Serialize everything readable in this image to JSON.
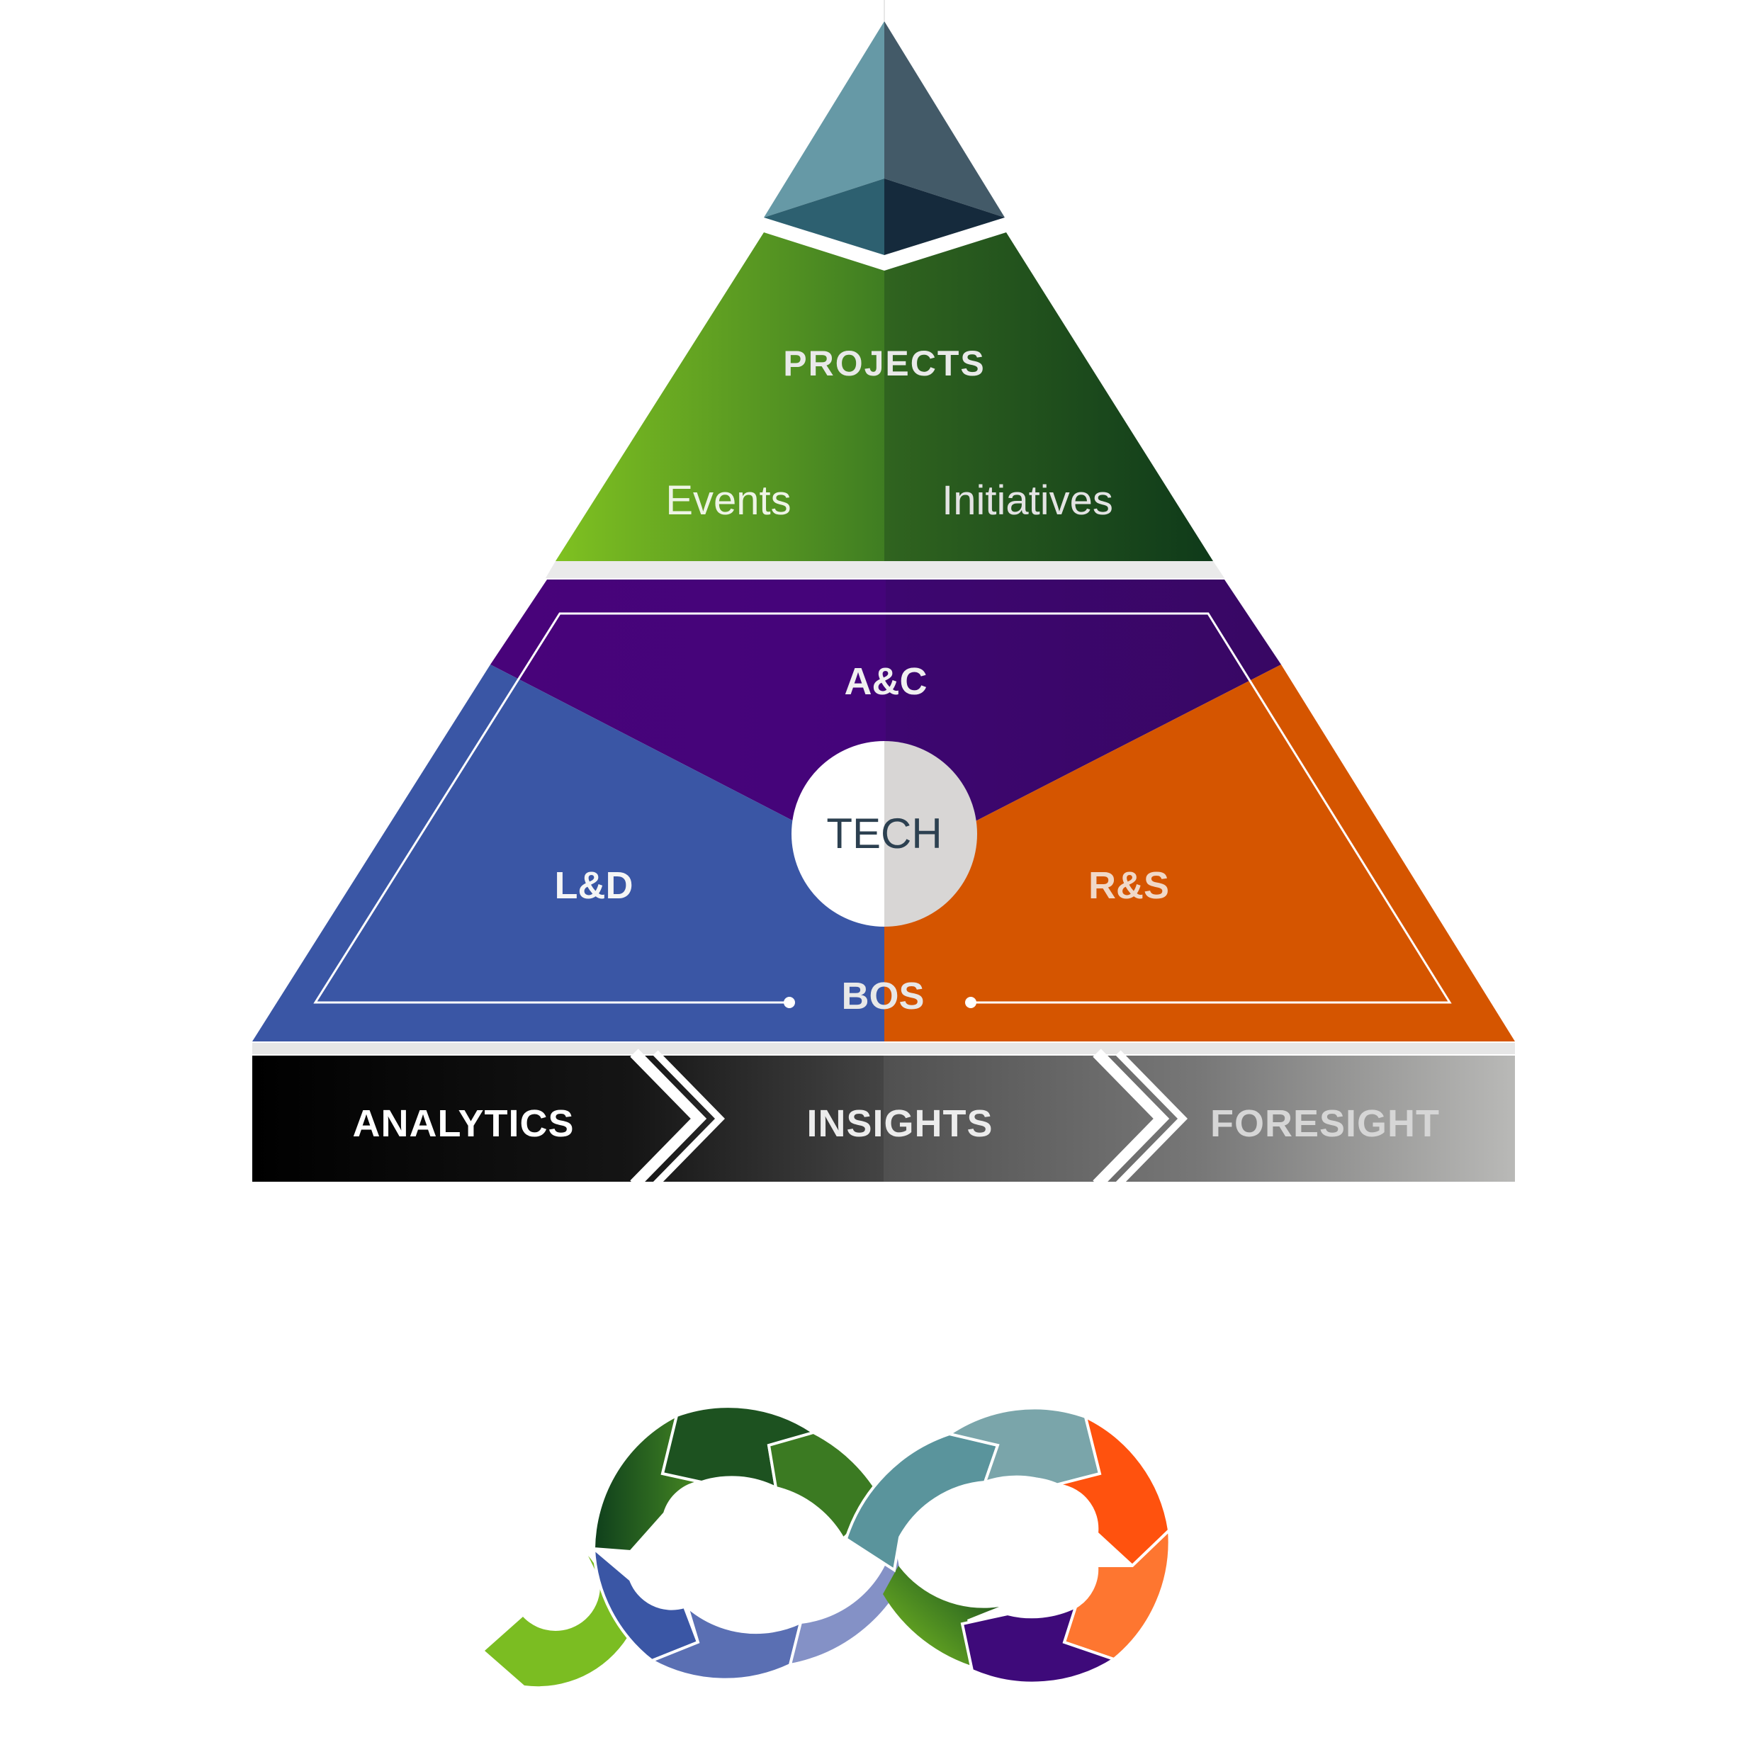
{
  "pyramid": {
    "top_section": {
      "title": "PROJECTS",
      "left_label": "Events",
      "right_label": "Initiatives"
    },
    "middle_section": {
      "top_label": "A&C",
      "left_label": "L&D",
      "right_label": "R&S",
      "center_label": "TECH",
      "bottom_label": "BOS"
    },
    "base_band": {
      "stages": [
        "ANALYTICS",
        "INSIGHTS",
        "FORESIGHT"
      ]
    }
  },
  "colors": {
    "apex_light": "#6699a6",
    "apex_dark": "#435a68",
    "green_light": "#7bbd22",
    "green_dark": "#123e1a",
    "purple": "#3f0571",
    "blue": "#3a56a5",
    "orange": "#d55500",
    "tech_circle_light": "#ffffff",
    "tech_circle_shade": "#d8d6d5"
  },
  "logo": {
    "name": "infinity-cycle-logo"
  }
}
